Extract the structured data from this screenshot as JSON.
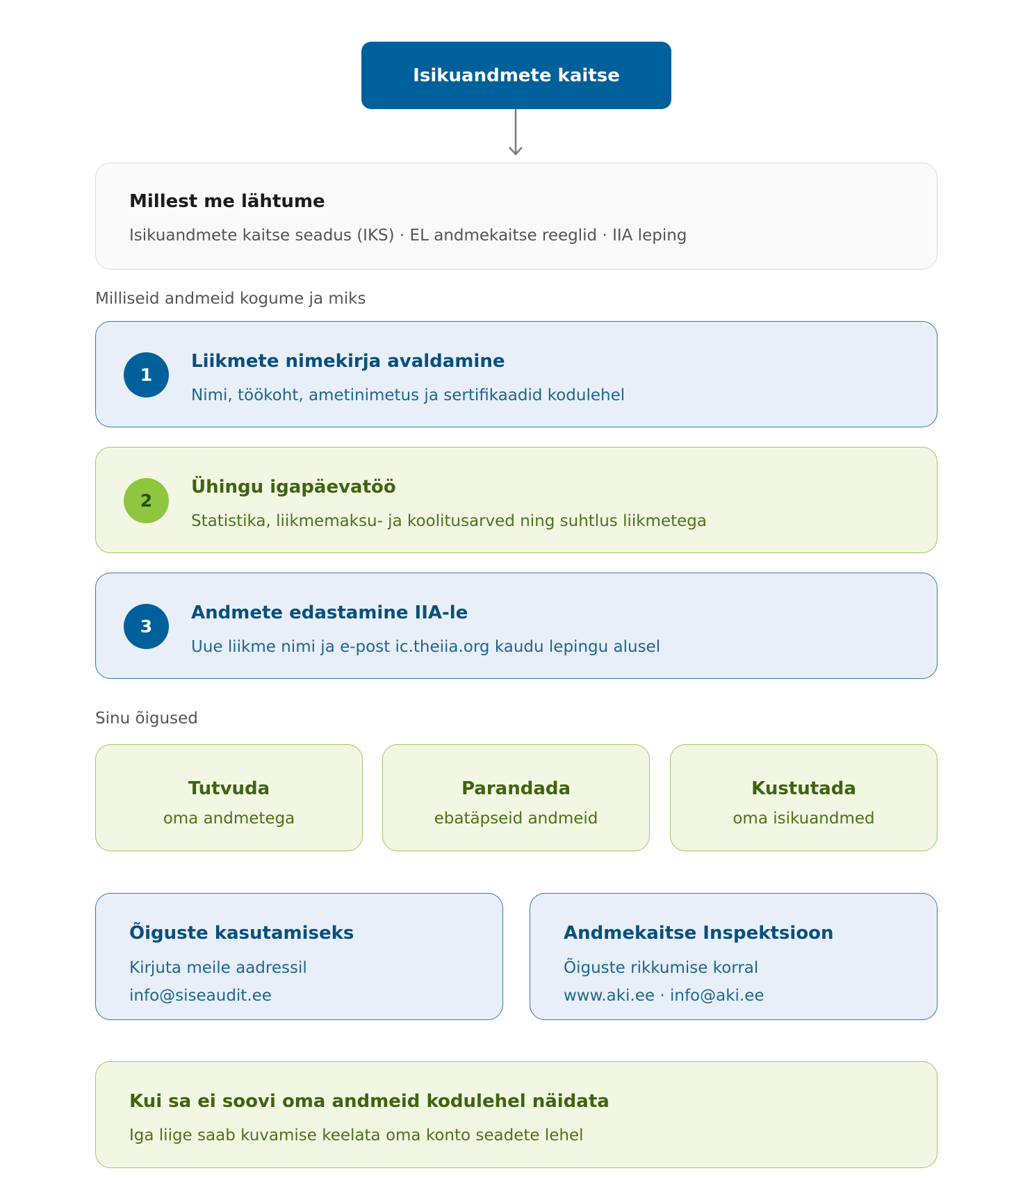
{
  "root": {
    "title": "Isikuandmete kaitse"
  },
  "basis": {
    "title": "Millest me lähtume",
    "subtitle": "Isikuandmete kaitse seadus (IKS) · EL andmekaitse reeglid · IIA leping"
  },
  "collection": {
    "label": "Milliseid andmeid kogume ja miks",
    "items": [
      {
        "number": "1",
        "title": "Liikmete nimekirja avaldamine",
        "subtitle": "Nimi, töökoht, ametinimetus ja sertifikaadid kodulehel",
        "color": "#00609c"
      },
      {
        "number": "2",
        "title": "Ühingu igapäevatöö",
        "subtitle": "Statistika, liikmemaksu- ja koolitusarved ning suhtlus liikmetega",
        "color": "#8ec63f"
      },
      {
        "number": "3",
        "title": "Andmete edastamine IIA-le",
        "subtitle": "Uue liikme nimi ja e-post ic.theiia.org kaudu lepingu alusel",
        "color": "#00609c"
      }
    ]
  },
  "rights": {
    "label": "Sinu õigused",
    "items": [
      {
        "title": "Tutvuda",
        "subtitle": "oma andmetega"
      },
      {
        "title": "Parandada",
        "subtitle": "ebatäpseid andmeid"
      },
      {
        "title": "Kustutada",
        "subtitle": "oma isikuandmed"
      }
    ]
  },
  "contacts": [
    {
      "title": "Õiguste kasutamiseks",
      "line1": "Kirjuta meile aadressil",
      "line2": "info@siseaudit.ee"
    },
    {
      "title": "Andmekaitse Inspektsioon",
      "line1": "Õiguste rikkumise korral",
      "line2": "www.aki.ee · info@aki.ee"
    }
  ],
  "optout": {
    "title": "Kui sa ei soovi oma andmeid kodulehel näidata",
    "subtitle": "Iga liige saab kuvamise keelata oma konto seadete lehel"
  }
}
